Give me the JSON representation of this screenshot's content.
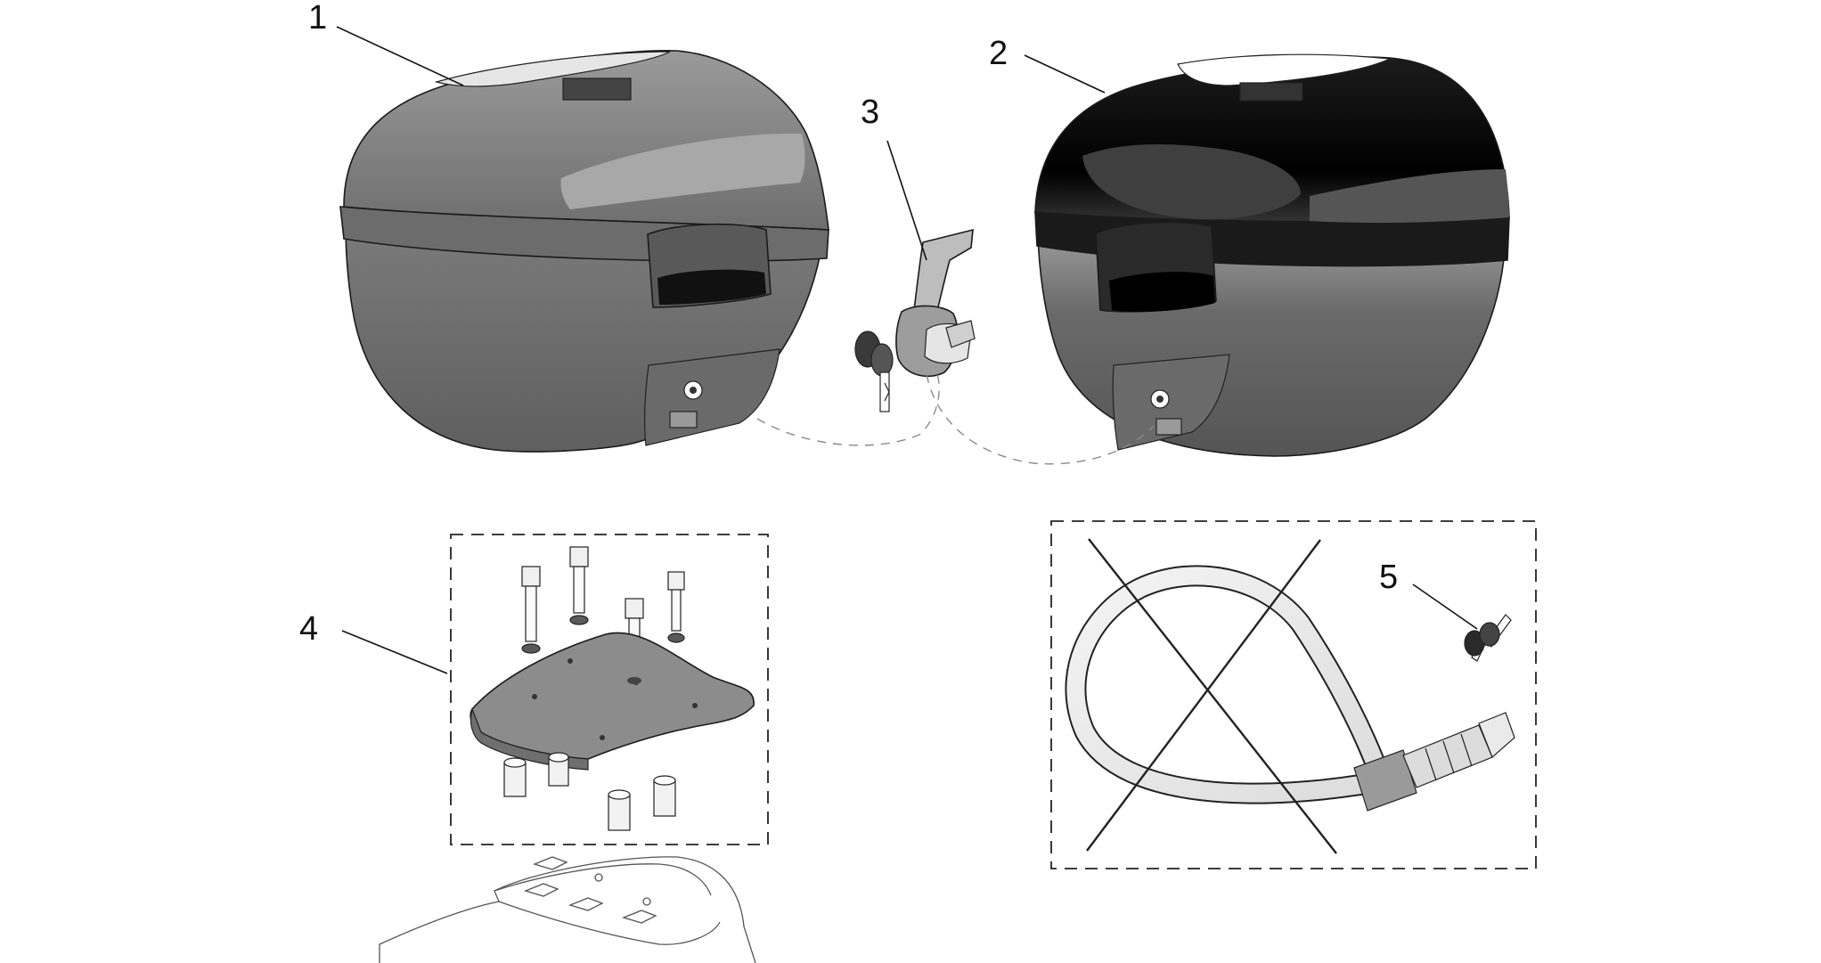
{
  "callouts": [
    {
      "id": "1",
      "label": "1"
    },
    {
      "id": "2",
      "label": "2"
    },
    {
      "id": "3",
      "label": "3"
    },
    {
      "id": "4",
      "label": "4"
    },
    {
      "id": "5",
      "label": "5"
    }
  ],
  "colors": {
    "line": "#1a1a1a",
    "case_grey": "#7c7c7c",
    "case_black": "#111111",
    "plate_grey": "#8c8c8c",
    "dashed_link": "#8a8a8a"
  }
}
